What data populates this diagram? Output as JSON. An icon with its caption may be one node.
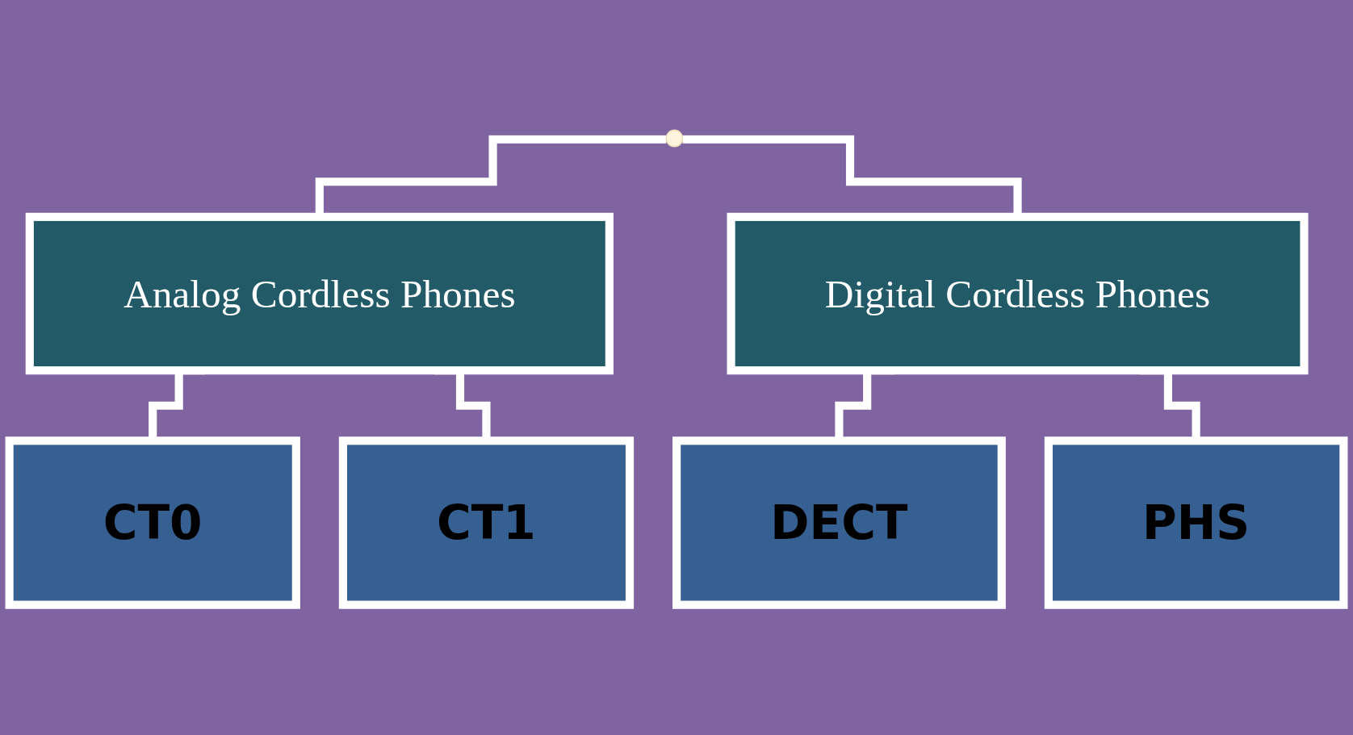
{
  "diagram": {
    "nodes": [
      {
        "text": [
          "Analog Cordless Phones"
        ]
      },
      {
        "text": [
          "Digital Cordless Phones"
        ]
      },
      {
        "text": [
          "CT0"
        ]
      },
      {
        "text": [
          "CT1"
        ]
      },
      {
        "text": [
          "DECT"
        ]
      },
      {
        "text": [
          "PHS"
        ]
      }
    ],
    "edges": [
      {
        "from": null,
        "to": 0,
        "arrow": "none"
      },
      {
        "from": null,
        "to": 1,
        "arrow": "none"
      },
      {
        "from": 0,
        "to": 2,
        "arrow": "none"
      },
      {
        "from": 0,
        "to": 3,
        "arrow": "none"
      },
      {
        "from": 1,
        "to": 4,
        "arrow": "none"
      },
      {
        "from": 1,
        "to": 5,
        "arrow": "none"
      }
    ]
  }
}
